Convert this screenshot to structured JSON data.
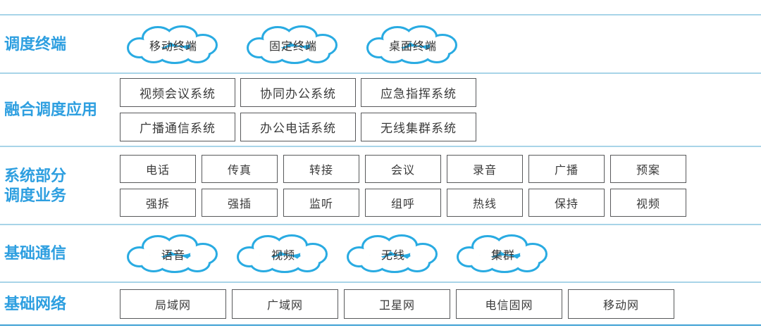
{
  "colors": {
    "label": "#2E9FE0",
    "cloud_stroke": "#29ABE2",
    "divider": "#A8D4E8",
    "bottom_divider": "#3EA0D4",
    "box_border": "#58595B",
    "box_text": "#3A3A3A"
  },
  "layers": [
    {
      "id": "dispatch-terminals",
      "label_lines": [
        "调度终端"
      ],
      "type": "clouds",
      "items": [
        "移动终端",
        "固定终端",
        "桌面终端"
      ]
    },
    {
      "id": "fusion-dispatch-apps",
      "label_lines": [
        "融合调度应用"
      ],
      "type": "boxes",
      "rows": [
        [
          "视频会议系统",
          "协同办公系统",
          "应急指挥系统"
        ],
        [
          "广播通信系统",
          "办公电话系统",
          "无线集群系统"
        ]
      ]
    },
    {
      "id": "dispatch-services",
      "label_lines": [
        "系统部分",
        "调度业务"
      ],
      "type": "boxes",
      "rows": [
        [
          "电话",
          "传真",
          "转接",
          "会议",
          "录音",
          "广播",
          "预案"
        ],
        [
          "强拆",
          "强插",
          "监听",
          "组呼",
          "热线",
          "保持",
          "视频"
        ]
      ]
    },
    {
      "id": "basic-communication",
      "label_lines": [
        "基础通信"
      ],
      "type": "clouds",
      "items": [
        "语音",
        "视频",
        "无线",
        "集群"
      ]
    },
    {
      "id": "basic-network",
      "label_lines": [
        "基础网络"
      ],
      "type": "boxes",
      "rows": [
        [
          "局域网",
          "广域网",
          "卫星网",
          "电信固网",
          "移动网"
        ]
      ]
    }
  ]
}
